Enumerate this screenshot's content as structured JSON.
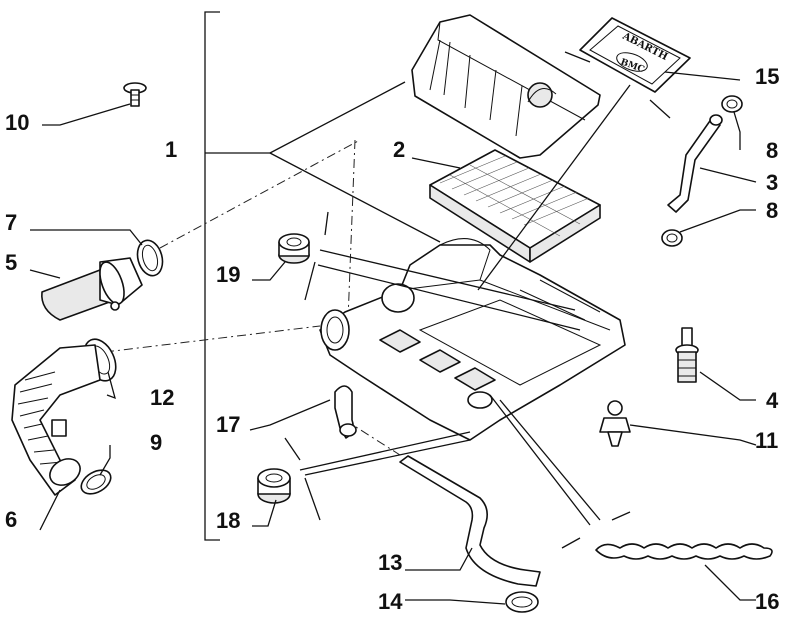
{
  "diagram": {
    "title": "Air cleaner assembly exploded view",
    "callouts": [
      {
        "id": "1",
        "label": "1"
      },
      {
        "id": "2",
        "label": "2"
      },
      {
        "id": "3",
        "label": "3"
      },
      {
        "id": "4",
        "label": "4"
      },
      {
        "id": "5",
        "label": "5"
      },
      {
        "id": "6",
        "label": "6"
      },
      {
        "id": "7",
        "label": "7"
      },
      {
        "id": "8a",
        "label": "8"
      },
      {
        "id": "8b",
        "label": "8"
      },
      {
        "id": "9",
        "label": "9"
      },
      {
        "id": "10",
        "label": "10"
      },
      {
        "id": "11",
        "label": "11"
      },
      {
        "id": "12",
        "label": "12"
      },
      {
        "id": "13",
        "label": "13"
      },
      {
        "id": "14",
        "label": "14"
      },
      {
        "id": "15",
        "label": "15"
      },
      {
        "id": "16",
        "label": "16"
      },
      {
        "id": "17",
        "label": "17"
      },
      {
        "id": "18",
        "label": "18"
      },
      {
        "id": "19",
        "label": "19"
      }
    ],
    "labels": {
      "badge_brand": "ABARTH",
      "badge_maker": "BMC"
    }
  }
}
